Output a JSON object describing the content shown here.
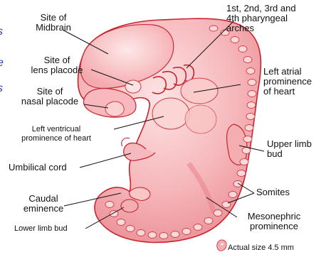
{
  "labels": {
    "midbrain": [
      "Site of",
      "Midbrain"
    ],
    "arches": [
      "1st, 2nd, 3rd and",
      "4th pharyngeal",
      "arches"
    ],
    "lens": [
      "Site of",
      "lens placode"
    ],
    "atrial": [
      "Left atrial",
      "prominence",
      "of heart"
    ],
    "nasal": [
      "Site of",
      "nasal placode"
    ],
    "ventricular": [
      "Left ventricual",
      "prominence of heart"
    ],
    "upper_limb": [
      "Upper limb",
      "bud"
    ],
    "umbilical": "Umbilical cord",
    "somites": "Somites",
    "caudal": [
      "Caudal",
      "eminence"
    ],
    "mesonephric": [
      "Mesonephric",
      "prominence"
    ],
    "lower_limb": "Lower limb bud",
    "actual_size": "Actual size 4.5 mm"
  },
  "edge_fragments": [
    "s",
    "",
    "e",
    "s"
  ],
  "colors": {
    "body": "#f3a7ad",
    "body_light": "#fbd2d2",
    "outline": "#c8242f",
    "highlight": "#fde6e6"
  }
}
